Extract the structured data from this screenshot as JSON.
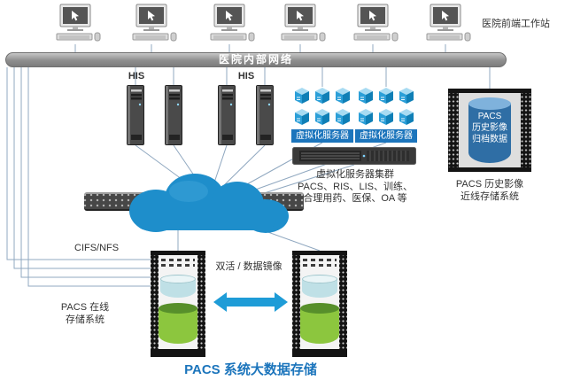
{
  "labels": {
    "frontend_workstation": "医院前端工作站",
    "internal_network": "医院内部网络",
    "his_1": "HIS",
    "his_2": "HIS",
    "virtualization_server_1": "虚拟化服务器",
    "virtualization_server_2": "虚拟化服务器",
    "cluster_line1": "虚拟化服务器集群",
    "cluster_line2": "PACS、RIS、LIS、训练、",
    "cluster_line3": "合理用药、医保、OA 等",
    "archive_line1": "PACS",
    "archive_line2": "历史影像",
    "archive_line3": "归档数据",
    "nearline_line1": "PACS 历史影像",
    "nearline_line2": "近线存储系统",
    "cifs_nfs": "CIFS/NFS",
    "mirror": "双活 / 数据镜像",
    "online_line1": "PACS 在线",
    "online_line2": "存储系统",
    "title": "PACS 系统大数据存储"
  },
  "icons": {
    "workstation": "monitor-with-cursor",
    "tower_server": "tower-server",
    "virtualization_node": "blue-cube",
    "rack_server": "rack-unit",
    "network": "gray-pipe-bar",
    "switch": "port-switch-bar",
    "cloud": "blue-cloud",
    "storage_disk": "cylinder",
    "mirror_arrow": "double-headed-arrow"
  },
  "colors": {
    "accent_blue": "#1c75bc",
    "cloud_blue": "#1e8ecb",
    "cube_blue": "#2b9fd8",
    "cube_blue_dark": "#0f7fb6",
    "cube_blue_top": "#a8dbf2",
    "arrow_blue": "#1e9cd7",
    "green_disk": "#8cc63e",
    "cyan_disk": "#bfe0e6",
    "line_gray": "#90a8c0"
  }
}
